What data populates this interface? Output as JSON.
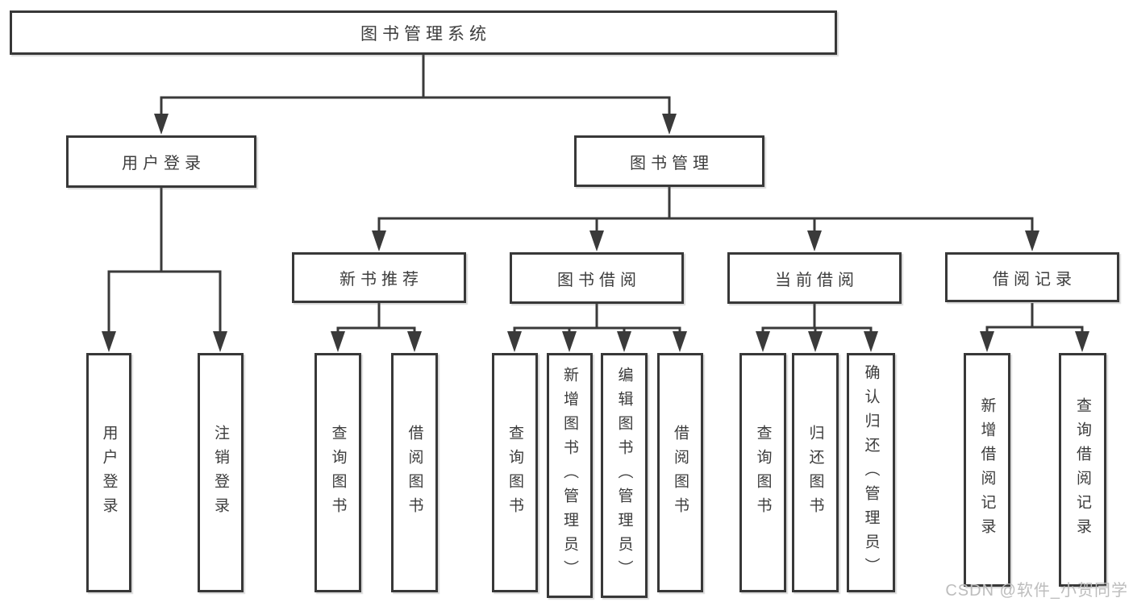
{
  "diagram_type": "functional-structure-flowchart",
  "colors": {
    "line": "#3a3a3a",
    "box_border": "#383838",
    "box_background": "#ffffff",
    "text": "#3c3c3c",
    "watermark": "#bdbdbd",
    "page_background": "#ffffff"
  },
  "watermark": "CSDN @软件_小贺同学",
  "tree": {
    "label": "图书管理系统",
    "children": [
      {
        "label": "用户登录",
        "children": [
          {
            "label": "用户登录"
          },
          {
            "label": "注销登录"
          }
        ]
      },
      {
        "label": "图书管理",
        "children": [
          {
            "label": "新书推荐",
            "children": [
              {
                "label": "查询图书"
              },
              {
                "label": "借阅图书"
              }
            ]
          },
          {
            "label": "图书借阅",
            "children": [
              {
                "label": "查询图书"
              },
              {
                "label": "新增图书（管理员）"
              },
              {
                "label": "编辑图书（管理员）"
              },
              {
                "label": "借阅图书"
              }
            ]
          },
          {
            "label": "当前借阅",
            "children": [
              {
                "label": "查询图书"
              },
              {
                "label": "归还图书"
              },
              {
                "label": "确认归还（管理员）"
              }
            ]
          },
          {
            "label": "借阅记录",
            "children": [
              {
                "label": "新增借阅记录"
              },
              {
                "label": "查询借阅记录"
              }
            ]
          }
        ]
      }
    ]
  }
}
